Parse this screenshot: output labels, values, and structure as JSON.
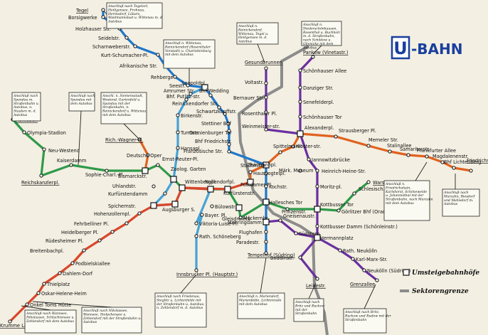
{
  "title": "U-BAHN",
  "colors": {
    "background": "#f3efe2",
    "line_gn": "#2e9a4a",
    "line_a": "#e0621f",
    "line_b": "#1e77c9",
    "line_c": "#6a2fa0",
    "line_d": "#47a2d6",
    "line_e": "#d9462b",
    "sector_border": "#8c8c8c",
    "logo_blue": "#1a3f9e"
  },
  "legend": {
    "transfer_label": "Umsteigebahnhöfe",
    "sector_label": "Sektorengrenze"
  },
  "stations": [
    {
      "id": "tegel",
      "label": "Tegel",
      "underline": true
    },
    {
      "id": "borsigwerke",
      "label": "Borsigwerke"
    },
    {
      "id": "holzhauser",
      "label": "Holzhauser Str."
    },
    {
      "id": "seidelstr",
      "label": "Seidelstr."
    },
    {
      "id": "scharnweber",
      "label": "Scharnweberstr."
    },
    {
      "id": "kurtschumacher",
      "label": "Kurt-Schumacher-Pl."
    },
    {
      "id": "afrikanische",
      "label": "Afrikanische Str."
    },
    {
      "id": "rehberge",
      "label": "Rehberge"
    },
    {
      "id": "seestr",
      "label": "Seestr."
    },
    {
      "id": "leopoldpl",
      "label": "Leopoldpl."
    },
    {
      "id": "amrumer",
      "label": "Amrumer Str."
    },
    {
      "id": "bhfwedding",
      "label": "Bhf Wedding"
    },
    {
      "id": "bhfputlitz",
      "label": "Bhf. Putlitz-str."
    },
    {
      "id": "reinickendorfer",
      "label": "Reinickendorfer Str."
    },
    {
      "id": "schwartzkopff",
      "label": "Schwartzkopffstr."
    },
    {
      "id": "birkenstr",
      "label": "Birkenstr."
    },
    {
      "id": "stettiner",
      "label": "Stettiner Bhf"
    },
    {
      "id": "turmstr",
      "label": "Turmstr."
    },
    {
      "id": "oranienburger",
      "label": "Oranienburger Tor"
    },
    {
      "id": "bhffriedrich",
      "label": "Bhf Friedrichstr."
    },
    {
      "id": "franzoesische",
      "label": "Französische Str."
    },
    {
      "id": "hansapl",
      "label": "Hansapl."
    },
    {
      "id": "gesundbrunnen",
      "label": "Gesundbrunnen",
      "underline": true
    },
    {
      "id": "voltastr",
      "label": "Voltastr."
    },
    {
      "id": "bernauer",
      "label": "Bernauer Str."
    },
    {
      "id": "rosenthaler",
      "label": "Rosenthaler Pl."
    },
    {
      "id": "weinmeister",
      "label": "Weinmeister-str."
    },
    {
      "id": "pankow",
      "label": "Pankow (Vinetastr.)",
      "underline": true
    },
    {
      "id": "schoenhauser",
      "label": "Schönhauser Allee"
    },
    {
      "id": "danziger",
      "label": "Danziger Str."
    },
    {
      "id": "senefelder",
      "label": "Senefelderpl."
    },
    {
      "id": "schoenhausertor",
      "label": "Schönhauser Tor"
    },
    {
      "id": "alexanderpl",
      "label": "Alexanderpl."
    },
    {
      "id": "strausberger",
      "label": "Strausberger Pl."
    },
    {
      "id": "memeler",
      "label": "Memeler Str."
    },
    {
      "id": "stalinallee",
      "label": "Stalinallee"
    },
    {
      "id": "samariter",
      "label": "Samariterstr."
    },
    {
      "id": "frankfurter",
      "label": "Frankfurter Allee"
    },
    {
      "id": "magdalenen",
      "label": "Magdalenenstr."
    },
    {
      "id": "lichtenberg",
      "label": "Bhf Lichtenberg"
    },
    {
      "id": "friedrichsfelde",
      "label": "Friedrichs-felde",
      "underline": true
    },
    {
      "id": "ruhleben",
      "label": "Ruhleben",
      "underline": true
    },
    {
      "id": "olympia",
      "label": "Olympia-Stadion"
    },
    {
      "id": "neuwestend",
      "label": "Neu-Westend"
    },
    {
      "id": "reichskanzler",
      "label": "Reichskanzlerpl.",
      "underline": true
    },
    {
      "id": "kaiserdamm",
      "label": "Kaiserdamm"
    },
    {
      "id": "sophiecharl",
      "label": "Sophie-Charl.-Pl."
    },
    {
      "id": "bismarck",
      "label": "Bismarckstr."
    },
    {
      "id": "richwagner",
      "label": "Rich.-Wagner-Pl.",
      "underline": true
    },
    {
      "id": "deutscheoper",
      "label": "Deutsche Oper"
    },
    {
      "id": "ernstreuter",
      "label": "Ernst-Reuter-Pl."
    },
    {
      "id": "zoo",
      "label": "Zoolog. Garten"
    },
    {
      "id": "uhland",
      "label": "Uhlandstr."
    },
    {
      "id": "kudamm",
      "label": "Kurfürstendamm"
    },
    {
      "id": "wittenberg",
      "label": "Wittenbergpl."
    },
    {
      "id": "nollendorf",
      "label": "Nollendorfpl."
    },
    {
      "id": "kurfuersten",
      "label": "Kurfürstenstr."
    },
    {
      "id": "spichern",
      "label": "Spichernstr."
    },
    {
      "id": "hohenzollern",
      "label": "Hohenzollernpl."
    },
    {
      "id": "fehrbelliner",
      "label": "Fehrbelliner Pl."
    },
    {
      "id": "heidelberger",
      "label": "Heidelberger Pl."
    },
    {
      "id": "ruedesheimer",
      "label": "Rüdesheimer Pl."
    },
    {
      "id": "breitenbach",
      "label": "Breitenbachpl."
    },
    {
      "id": "podbielski",
      "label": "Podbielskiallee"
    },
    {
      "id": "dahlemdorf",
      "label": "Dahlem-Dorf"
    },
    {
      "id": "thielpl",
      "label": "Thielplatz"
    },
    {
      "id": "oskarhelene",
      "label": "Oskar-Helene-Heim"
    },
    {
      "id": "onkeltoms",
      "label": "Onkel Toms Hütte"
    },
    {
      "id": "krummelanke",
      "label": "Krumme Lanke",
      "underline": true
    },
    {
      "id": "augsburger",
      "label": "Augsburger S."
    },
    {
      "id": "bayerischer",
      "label": "Bayer. Pl."
    },
    {
      "id": "viktorialuise",
      "label": "Viktoria-Luise-Pl."
    },
    {
      "id": "rathausschoene",
      "label": "Rath. Schöneberg"
    },
    {
      "id": "innsbrucker",
      "label": "Innsbrucker Pl. (Hauptstr.)",
      "underline": true
    },
    {
      "id": "buelowstr",
      "label": "Bülowstr."
    },
    {
      "id": "gleisdreieck",
      "label": "Gleisdreieck"
    },
    {
      "id": "moeckern",
      "label": "Möckernbr."
    },
    {
      "id": "mohrenstr",
      "label": "Thälmannpl."
    },
    {
      "id": "potsdamer",
      "label": "Potsdamer Pl."
    },
    {
      "id": "stadtmitte",
      "label": "Stadtmitte"
    },
    {
      "id": "spittelmarkt",
      "label": "Spittelmarkt"
    },
    {
      "id": "hausvogtei",
      "label": "Hausvogteipl."
    },
    {
      "id": "kochstr",
      "label": "Kochstr."
    },
    {
      "id": "hallesches",
      "label": "Hallesches Tor"
    },
    {
      "id": "mehringdamm",
      "label": "Mehringdamm"
    },
    {
      "id": "gneisenau",
      "label": "Gneisenaustr."
    },
    {
      "id": "suedstern",
      "label": "Südstern"
    },
    {
      "id": "flughafen",
      "label": "Flughafen"
    },
    {
      "id": "paradestr",
      "label": "Paradestr."
    },
    {
      "id": "tempelhof",
      "label": "Tempelhof (Südring)",
      "underline": true
    },
    {
      "id": "boddinstr",
      "label": "Boddinstr."
    },
    {
      "id": "leinestr",
      "label": "Leinestr.",
      "underline": true
    },
    {
      "id": "hermannpl",
      "label": "Hermannplatz"
    },
    {
      "id": "kottbusserdamm",
      "label": "Kottbusser Damm (Schönleinstr.)"
    },
    {
      "id": "rathausneukoelln",
      "label": "Rath. Neukölln"
    },
    {
      "id": "karlmarx",
      "label": "Karl-Marx-Str."
    },
    {
      "id": "neukoelln",
      "label": "Neukölln (Südring)"
    },
    {
      "id": "grenzallee",
      "label": "Grenzallee",
      "underline": true
    },
    {
      "id": "prinzenstr",
      "label": "Prinzenstr."
    },
    {
      "id": "goerlitzer",
      "label": "Görlitzer Bhf (Oranienstr.)"
    },
    {
      "id": "kottbusser",
      "label": "Kottbusser Tor"
    },
    {
      "id": "moritzpl",
      "label": "Moritz-pl."
    },
    {
      "id": "schlesisches",
      "label": "Schlesisch. Tor"
    },
    {
      "id": "warschauer",
      "label": "Warschauer Br.",
      "underline": true
    },
    {
      "id": "heinrichheine",
      "label": "Heinrich-Heine-Str."
    },
    {
      "id": "jannowitz",
      "label": "Jannowitzbrücke"
    },
    {
      "id": "maerkmuseum",
      "label": "Märk. Museum"
    },
    {
      "id": "klosterstr",
      "label": "Kloster-str."
    }
  ],
  "notes": [
    {
      "id": "n_tegel",
      "text": "Anschluß nach Tegelort, Heiligensee, Frohnau, Hermsdorf, Lübars, Waidmannslust u. Wittenau m. d. Autobus"
    },
    {
      "id": "n_wittenau",
      "text": "Anschluß n. Wittenau, Reinickendorf (Rosenthaler Vorstadt) u. Charlottenburg mit dem Autobus"
    },
    {
      "id": "n_rheinsberg",
      "text": "Anschluß n. Reinickendorf, Wittenau, Tegel u. Heiligensee m. d. Autobus"
    },
    {
      "id": "n_pankow",
      "text": "Anschluß n. Niederschönhausen, Rosenthal u. Buchholz m. d. Straßenbahn, nach Schildow u. Glienicke mit dem Autobus"
    },
    {
      "id": "n_spandau",
      "text": "Anschluß nach Spandau m. Straßenbahn u. Autobus, n. Staaken m. d. Autobus"
    },
    {
      "id": "n_spandau2",
      "text": "Anschluß nach Spandau mit dem Autobus"
    },
    {
      "id": "n_siemens",
      "text": "Anschl. n. Siemensstadt, Westend, Gartenfeld u. Spandau mit der Straßenbahn, n. Reinickendorf u. Wittenau mit dem Autobus"
    },
    {
      "id": "n_friedrichshain",
      "text": "Anschluß n. Friedrichshain, Karlshorst, Schöneweide u. Johannisthal mit der Straßenbahn, nach Marzahn mit dem Autobus"
    },
    {
      "id": "n_marzahn",
      "text": "Anschluß nach Marzahn, Biesdorf und Mahlsdorf m. Autobus"
    },
    {
      "id": "n_wannsee",
      "text": "Anschluß nach Wannsee, Nikolassee, Schlachtensee u. Zehlendorf mit dem Autobus"
    },
    {
      "id": "n_nikolassee",
      "text": "Anschluß nach Nikolassee, Wannsee, Stolpchensee u. Zehlendorf mit der Straßenbahn u. Autobus"
    },
    {
      "id": "n_friedenau",
      "text": "Anschluß nach Friedenau, Steglitz u. Lichterfelde mit der Straßenbahn u. Autobus, n. Zehlendorf m. d. Autobus"
    },
    {
      "id": "n_mariendorf",
      "text": "Anschluß n. Mariendorf, Marienfelde, Lichtenrade mit dem Autobus"
    },
    {
      "id": "n_rudow",
      "text": "Anschluß nach Britz und Buckow mit der Straßenbahn"
    },
    {
      "id": "n_rudow2",
      "text": "Anschluß nach Britz, Buckow und Rudow mit der Straßenbahn"
    }
  ]
}
